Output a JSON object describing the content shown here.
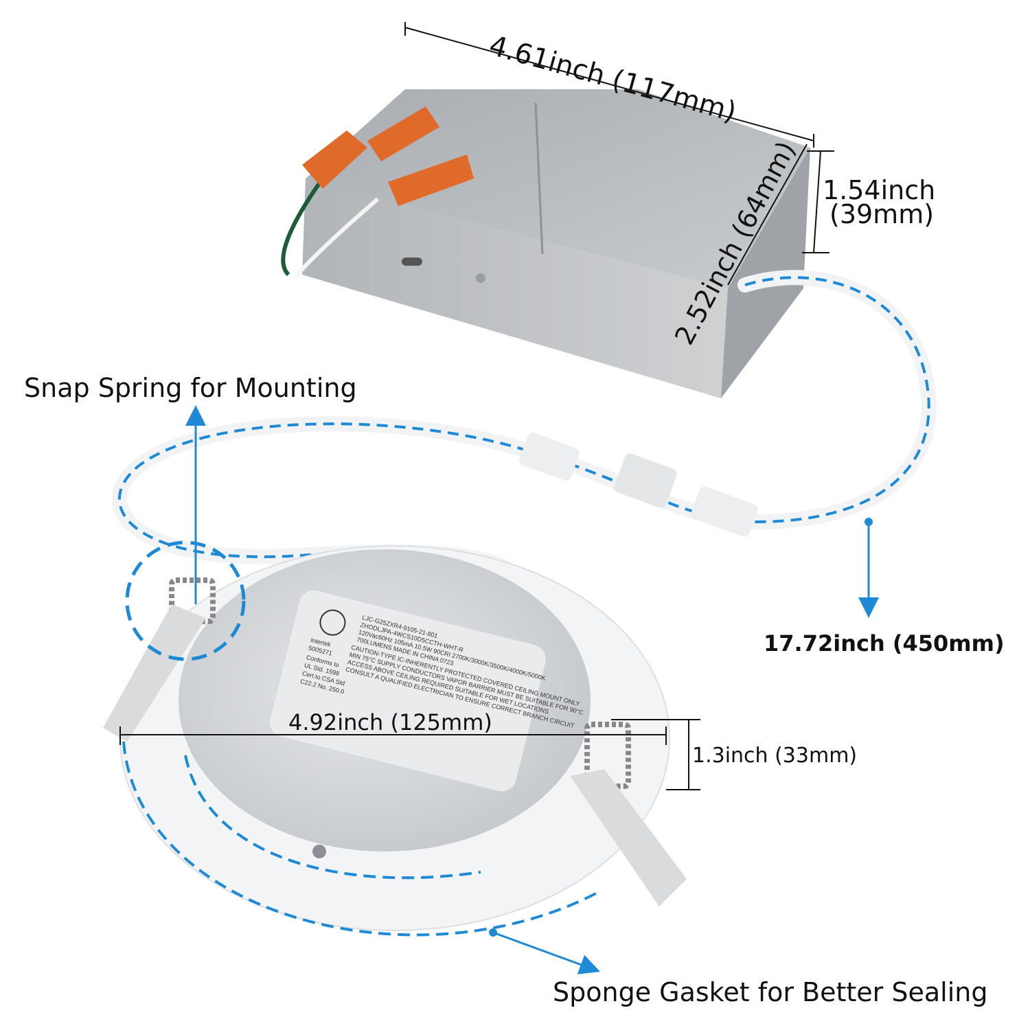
{
  "colors": {
    "accent": "#1e8ad6",
    "box": "#b9bdc1",
    "connector": "#e06a2a"
  },
  "dimensions": {
    "box_length": "4.61inch (117mm)",
    "box_height_in": "1.54inch",
    "box_height_mm": "(39mm)",
    "box_width": "2.52inch (64mm)",
    "cable_length": "17.72inch (450mm)",
    "light_diameter": "4.92inch (125mm)",
    "light_height": "1.3inch (33mm)"
  },
  "callouts": {
    "spring": "Snap Spring for Mounting",
    "gasket": "Sponge Gasket for Better Sealing"
  },
  "product_label": {
    "cert_brand": "Intertek",
    "cert_number": "5005271",
    "conformity": [
      "Conforms to",
      "UL Std. 1598",
      "Cert.to CSA Std",
      "C22.2  No. 250.0"
    ],
    "lines": [
      "LJC-G25ZXR4-9105-21-801",
      "ZHODLJPA-4WCS10D5CCTH-WHT-R",
      "120Vac60Hz  105mA  10.5W  90CRI  2700K/3000K/3500K/4000K/5000K",
      "700LUMENS MADE IN CHINA    0723",
      "CAUTION-TYPE IC-INHERENTLY PROTECTED  COVERED CEILING MOUNT ONLY",
      "MIN 75°C SUPPLY CONDUCTORS   VAPOR BARRIER MUST BE SUITABLE FOR 90°C",
      "ACCESS ABOVE CEILING REQUIRED   SUITABLE FOR WET LOCATIONS",
      "CONSULT A QUALIFIED ELECTRICIAN TO ENSURE CORRECT BRANCH CIRCUIT"
    ]
  }
}
